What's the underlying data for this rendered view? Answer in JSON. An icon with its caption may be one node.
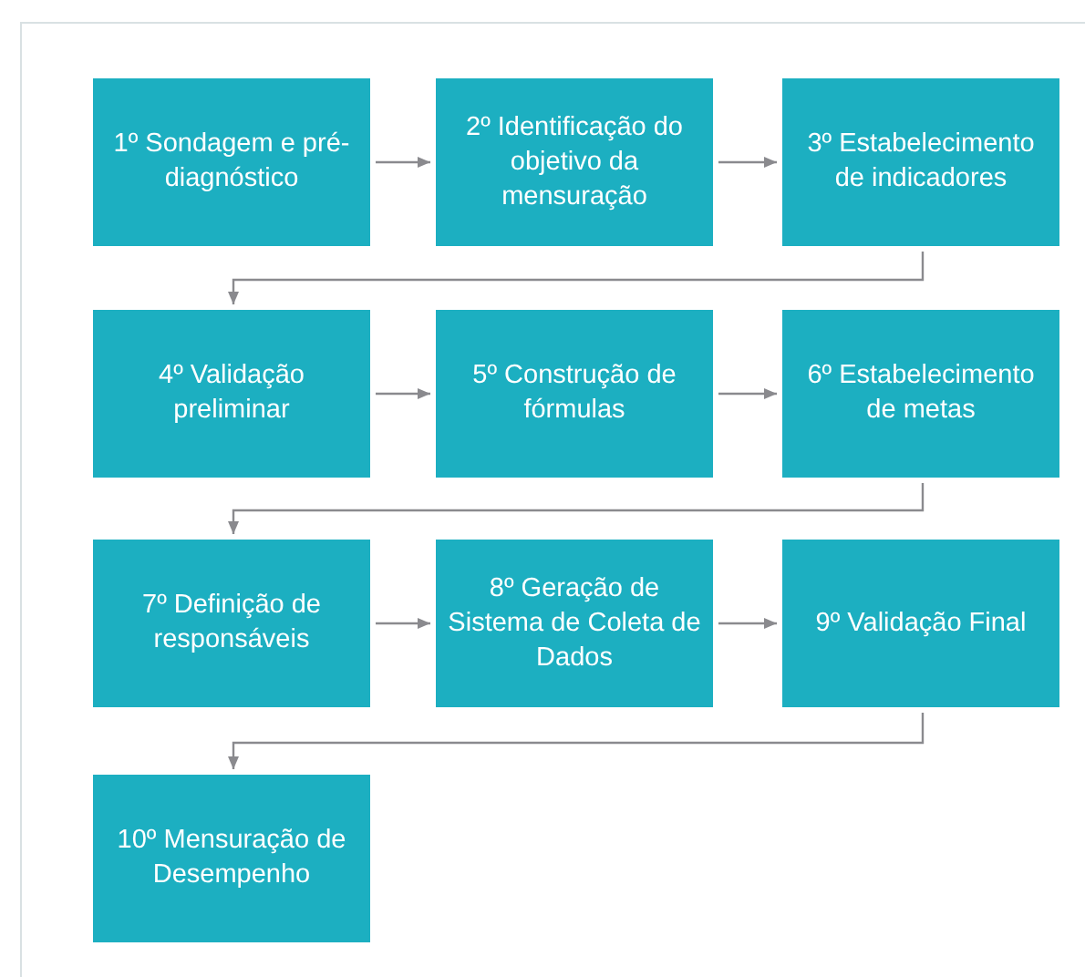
{
  "diagram": {
    "nodes": [
      {
        "text": [
          "1º Sondagem e pré-diagnóstico"
        ]
      },
      {
        "text": [
          "2º Identificação do objetivo da mensuração"
        ]
      },
      {
        "text": [
          "3º Estabelecimento de indicadores"
        ]
      },
      {
        "text": [
          "4º Validação preliminar"
        ]
      },
      {
        "text": [
          "5º Construção de fórmulas"
        ]
      },
      {
        "text": [
          "6º Estabelecimento de metas"
        ]
      },
      {
        "text": [
          "7º Definição de responsáveis"
        ]
      },
      {
        "text": [
          "8º Geração de Sistema de Coleta de Dados"
        ]
      },
      {
        "text": [
          "9º Validação Final"
        ]
      },
      {
        "text": [
          "10º Mensuração de Desempenho"
        ]
      }
    ],
    "edges": [
      {
        "from": 0,
        "to": 1,
        "arrow": "to"
      },
      {
        "from": 1,
        "to": 2,
        "arrow": "to"
      },
      {
        "from": 2,
        "to": 3,
        "arrow": "to"
      },
      {
        "from": 3,
        "to": 4,
        "arrow": "to"
      },
      {
        "from": 4,
        "to": 5,
        "arrow": "to"
      },
      {
        "from": 5,
        "to": 6,
        "arrow": "to"
      },
      {
        "from": 6,
        "to": 7,
        "arrow": "to"
      },
      {
        "from": 7,
        "to": 8,
        "arrow": "to"
      },
      {
        "from": 8,
        "to": 9,
        "arrow": "to"
      }
    ]
  }
}
